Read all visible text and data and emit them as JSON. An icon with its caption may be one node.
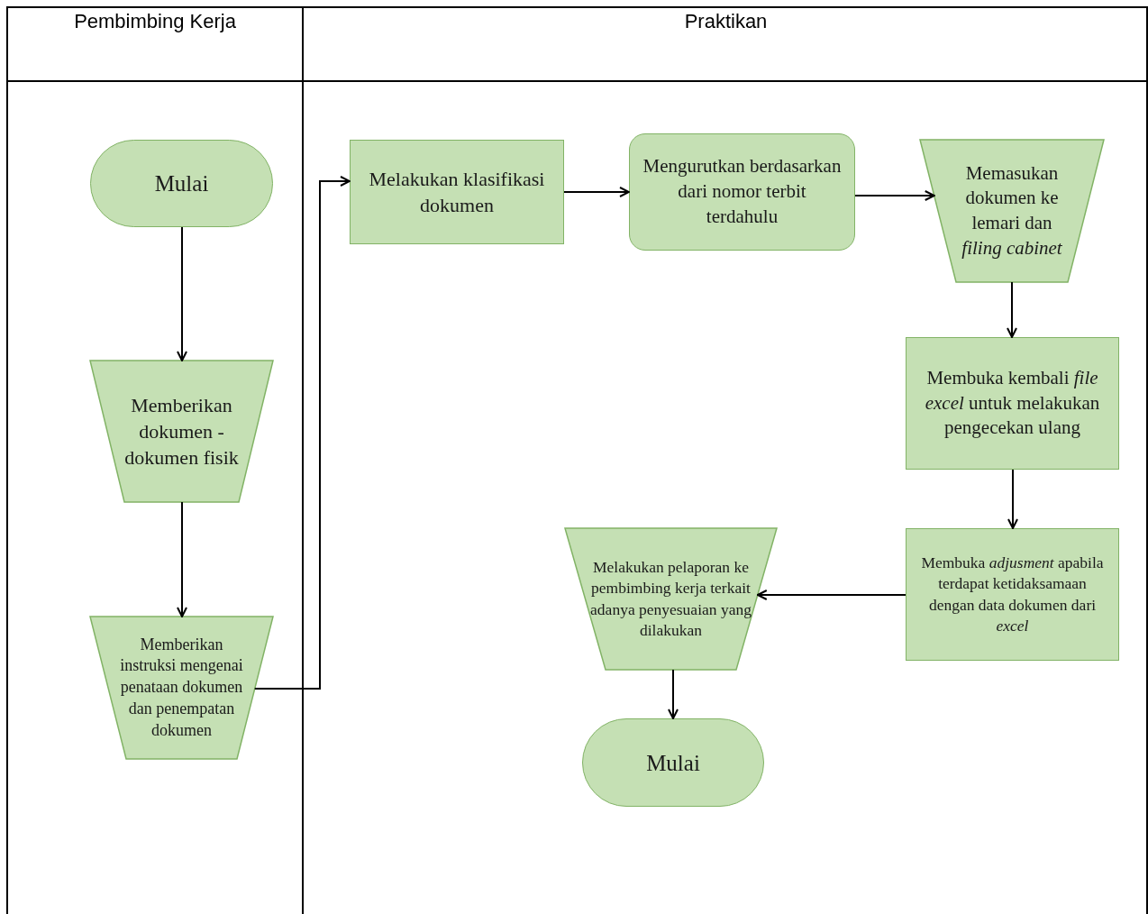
{
  "diagram": {
    "nodes": [
      {
        "text": [
          "Pembimbing Kerja"
        ]
      },
      {
        "text": [
          "Praktikan"
        ]
      },
      {
        "text": [
          "Mulai"
        ],
        "in": 0
      },
      {
        "text": [
          "Memberikan dokumen - dokumen fisik"
        ],
        "in": 0
      },
      {
        "text": [
          "Memberikan instruksi mengenai penataan dokumen dan penempatan dokumen"
        ],
        "in": 0
      },
      {
        "text": [
          "Melakukan klasifikasi dokumen"
        ],
        "in": 1
      },
      {
        "text": [
          "Mengurutkan berdasarkan dari nomor terbit terdahulu"
        ],
        "in": 1
      },
      {
        "text": [
          "Memasukan dokumen ke lemari dan *filing cabinet*"
        ],
        "in": 1
      },
      {
        "text": [
          "Membuka kembali *file excel* untuk melakukan pengecekan ulang"
        ],
        "in": 1
      },
      {
        "text": [
          "Membuka *adjusment* apabila terdapat ketidaksamaan dengan data dokumen dari *excel*"
        ],
        "in": 1
      },
      {
        "text": [
          "Melakukan pelaporan ke pembimbing kerja terkait adanya penyesuaian yang dilakukan"
        ],
        "in": 1
      },
      {
        "text": [
          "Mulai"
        ],
        "in": 1
      }
    ],
    "edges": [
      {
        "from": 2,
        "to": 3,
        "arrow": "to"
      },
      {
        "from": 3,
        "to": 4,
        "arrow": "to"
      },
      {
        "from": 4,
        "to": 5,
        "arrow": "to"
      },
      {
        "from": 5,
        "to": 6,
        "arrow": "to"
      },
      {
        "from": 6,
        "to": 7,
        "arrow": "to"
      },
      {
        "from": 7,
        "to": 8,
        "arrow": "to"
      },
      {
        "from": 8,
        "to": 9,
        "arrow": "to"
      },
      {
        "from": 9,
        "to": 10,
        "arrow": "to"
      },
      {
        "from": 10,
        "to": 11,
        "arrow": "to"
      }
    ]
  }
}
